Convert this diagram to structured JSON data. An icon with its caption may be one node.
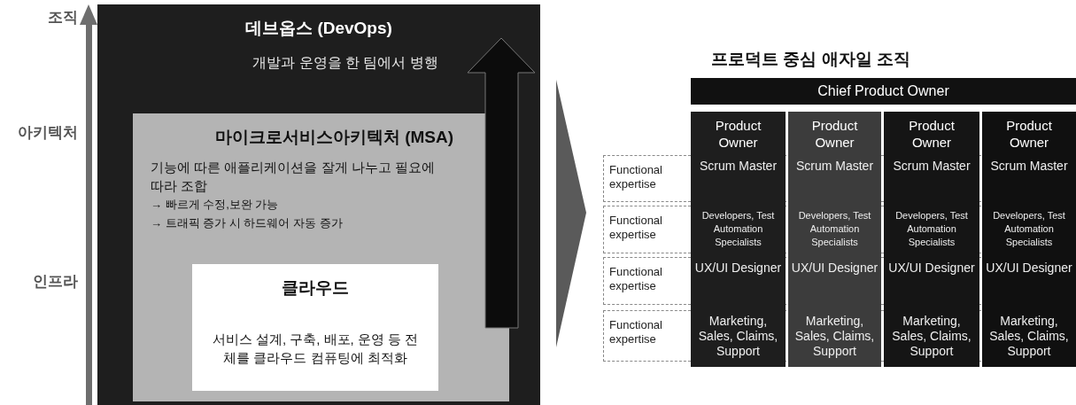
{
  "diagram": {
    "nodes": [
      {
        "text": [
          "데브옵스 (DevOps)",
          "개발과 운영을 한 팀에서 병행"
        ]
      },
      {
        "text": [
          "마이크로서비스아키텍처 (MSA)",
          "기능에 따른 애플리케이션을 잘게 나누고 필요에 따라 조합",
          "→ 빠르게 수정,보완 가능",
          "→ 트래픽 증가 시 하드웨어 자동 증가"
        ],
        "in": 0
      },
      {
        "text": [
          "클라우드",
          "서비스 설계, 구축, 배포, 운영 등 전체를 클라우드 컴퓨팅에 최적화"
        ],
        "in": 1
      },
      {
        "text": [
          "Chief Product Owner"
        ]
      },
      {
        "text": [
          "Product Owner"
        ]
      },
      {
        "text": [
          "Product Owner"
        ]
      },
      {
        "text": [
          "Product Owner"
        ]
      },
      {
        "text": [
          "Product Owner"
        ]
      },
      {
        "text": [
          "Functional expertise"
        ]
      },
      {
        "text": [
          "Functional expertise"
        ]
      },
      {
        "text": [
          "Functional expertise"
        ]
      },
      {
        "text": [
          "Functional expertise"
        ]
      },
      {
        "text": [
          "Scrum Master"
        ],
        "in": 4
      },
      {
        "text": [
          "Scrum Master"
        ],
        "in": 5
      },
      {
        "text": [
          "Scrum Master"
        ],
        "in": 6
      },
      {
        "text": [
          "Scrum Master"
        ],
        "in": 7
      },
      {
        "text": [
          "Developers, Test Automation Specialists"
        ],
        "in": 4
      },
      {
        "text": [
          "Developers, Test Automation Specialists"
        ],
        "in": 5
      },
      {
        "text": [
          "Developers, Test Automation Specialists"
        ],
        "in": 6
      },
      {
        "text": [
          "Developers, Test Automation Specialists"
        ],
        "in": 7
      },
      {
        "text": [
          "UX/UI Designer"
        ],
        "in": 4
      },
      {
        "text": [
          "UX/UI Designer"
        ],
        "in": 5
      },
      {
        "text": [
          "UX/UI Designer"
        ],
        "in": 6
      },
      {
        "text": [
          "UX/UI Designer"
        ],
        "in": 7
      },
      {
        "text": [
          "Marketing, Sales, Claims, Support"
        ],
        "in": 4
      },
      {
        "text": [
          "Marketing, Sales, Claims, Support"
        ],
        "in": 5
      },
      {
        "text": [
          "Marketing, Sales, Claims, Support"
        ],
        "in": 6
      },
      {
        "text": [
          "Marketing, Sales, Claims, Support"
        ],
        "in": 7
      }
    ],
    "labels": [
      "조직",
      "아키텍처",
      "인프라",
      "프로덕트 중심 애자일 조직"
    ]
  }
}
